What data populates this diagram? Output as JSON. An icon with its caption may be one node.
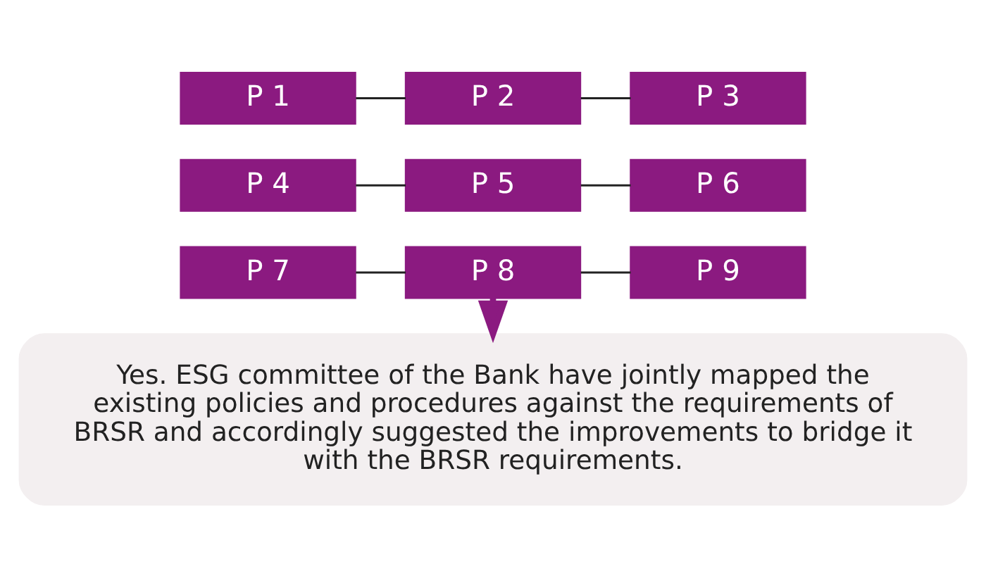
{
  "diagram": {
    "nodes": [
      {
        "text": [
          "P 1"
        ]
      },
      {
        "text": [
          "P 2"
        ]
      },
      {
        "text": [
          "P 3"
        ]
      },
      {
        "text": [
          "P 4"
        ]
      },
      {
        "text": [
          "P 5"
        ]
      },
      {
        "text": [
          "P 6"
        ]
      },
      {
        "text": [
          "P 7"
        ]
      },
      {
        "text": [
          "P 8"
        ]
      },
      {
        "text": [
          "P 9"
        ]
      },
      {
        "text": [
          "Yes. ESG committee of the Bank have jointly mapped the existing policies and procedures against the requirements of BRSR and accordingly suggested the improvements to bridge it with the BRSR requirements."
        ]
      }
    ],
    "edges": [
      {
        "from": 0,
        "to": 1,
        "arrow": "none"
      },
      {
        "from": 1,
        "to": 2,
        "arrow": "none"
      },
      {
        "from": 3,
        "to": 4,
        "arrow": "none"
      },
      {
        "from": 4,
        "to": 5,
        "arrow": "none"
      },
      {
        "from": 6,
        "to": 7,
        "arrow": "none"
      },
      {
        "from": 7,
        "to": 8,
        "arrow": "none"
      },
      {
        "from": 7,
        "to": 9,
        "arrow": "to",
        "color": "#8b1a80",
        "style": "thick"
      }
    ]
  }
}
